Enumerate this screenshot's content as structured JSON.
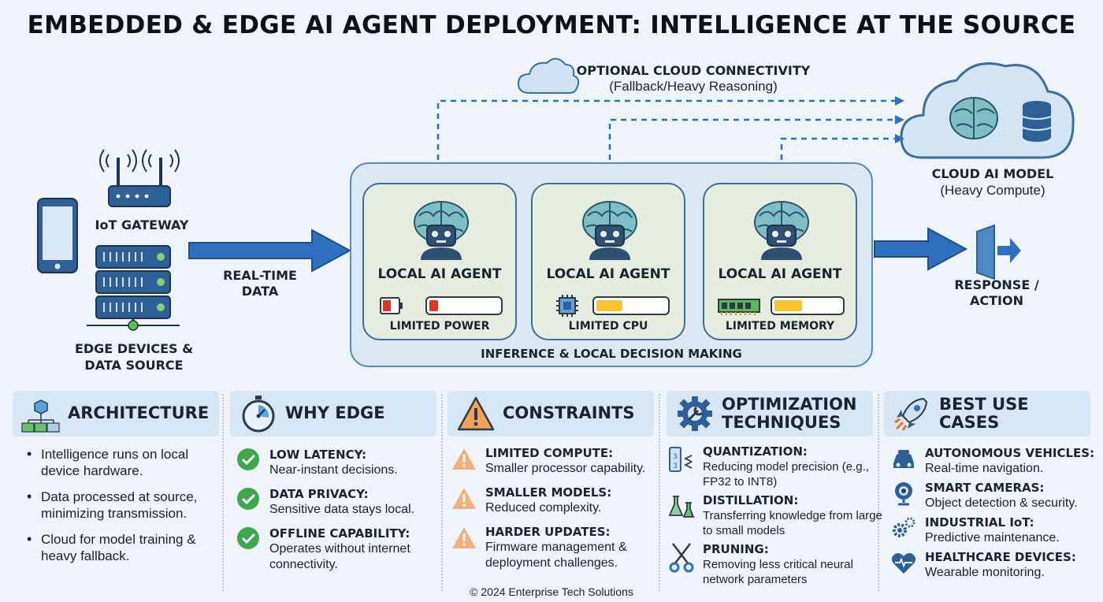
{
  "title": "EMBEDDED & EDGE AI AGENT DEPLOYMENT: INTELLIGENCE AT THE SOURCE",
  "colors": {
    "accent_blue": "#2f6fbf",
    "panel_bg": "#d7e6f3",
    "green_check": "#3ea64b",
    "warning_orange": "#f0a35e",
    "meter_red": "#e0322c",
    "meter_yellow": "#f5c531"
  },
  "cloud": {
    "optional_line1": "OPTIONAL CLOUD CONNECTIVITY",
    "optional_line2": "(Fallback/Heavy Reasoning)",
    "model_line1": "CLOUD AI MODEL",
    "model_line2": "(Heavy Compute)"
  },
  "edge": {
    "gateway_label": "IoT GATEWAY",
    "devices_line1": "EDGE DEVICES &",
    "devices_line2": "DATA SOURCE",
    "realtime_line1": "REAL-TIME",
    "realtime_line2": "DATA"
  },
  "agents": [
    {
      "title": "LOCAL AI AGENT",
      "limit": "LIMITED POWER",
      "icon": "battery-icon",
      "meter_level": 0.18,
      "meter_color": "#e0322c"
    },
    {
      "title": "LOCAL AI AGENT",
      "limit": "LIMITED CPU",
      "icon": "cpu-chip-icon",
      "meter_level": 0.42,
      "meter_color": "#f5c531"
    },
    {
      "title": "LOCAL AI AGENT",
      "limit": "LIMITED MEMORY",
      "icon": "memory-module-icon",
      "meter_level": 0.45,
      "meter_color": "#f5c531"
    }
  ],
  "inference_label": "INFERENCE & LOCAL DECISION MAKING",
  "response": {
    "line1": "RESPONSE /",
    "line2": "ACTION"
  },
  "panels": {
    "architecture": {
      "title": "ARCHITECTURE",
      "bullets": [
        "Intelligence runs on local device hardware.",
        "Data processed at source, minimizing transmission.",
        "Cloud for model training & heavy fallback."
      ]
    },
    "why_edge": {
      "title": "WHY EDGE",
      "items": [
        {
          "head": "LOW LATENCY:",
          "desc": "Near-instant decisions."
        },
        {
          "head": "DATA PRIVACY:",
          "desc": "Sensitive data stays local."
        },
        {
          "head": "OFFLINE CAPABILITY:",
          "desc": "Operates without internet connectivity."
        }
      ]
    },
    "constraints": {
      "title": "CONSTRAINTS",
      "items": [
        {
          "head": "LIMITED COMPUTE:",
          "desc": "Smaller processor capability."
        },
        {
          "head": "SMALLER MODELS:",
          "desc": "Reduced complexity."
        },
        {
          "head": "HARDER UPDATES:",
          "desc": "Firmware management & deployment challenges."
        }
      ]
    },
    "optimization": {
      "title_line1": "OPTIMIZATION",
      "title_line2": "TECHNIQUES",
      "items": [
        {
          "head": "QUANTIZATION:",
          "desc": "Reducing model precision (e.g., FP32 to INT8)"
        },
        {
          "head": "DISTILLATION:",
          "desc": "Transferring knowledge from large to small models"
        },
        {
          "head": "PRUNING:",
          "desc": "Removing less critical neural network parameters"
        }
      ]
    },
    "use_cases": {
      "title": "BEST USE CASES",
      "items": [
        {
          "head": "AUTONOMOUS VEHICLES:",
          "desc": "Real-time navigation."
        },
        {
          "head": "SMART CAMERAS:",
          "desc": "Object detection & security."
        },
        {
          "head": "INDUSTRIAL IoT:",
          "desc": "Predictive maintenance."
        },
        {
          "head": "HEALTHCARE DEVICES:",
          "desc": "Wearable monitoring."
        }
      ]
    }
  },
  "footer": "© 2024 Enterprise Tech Solutions"
}
